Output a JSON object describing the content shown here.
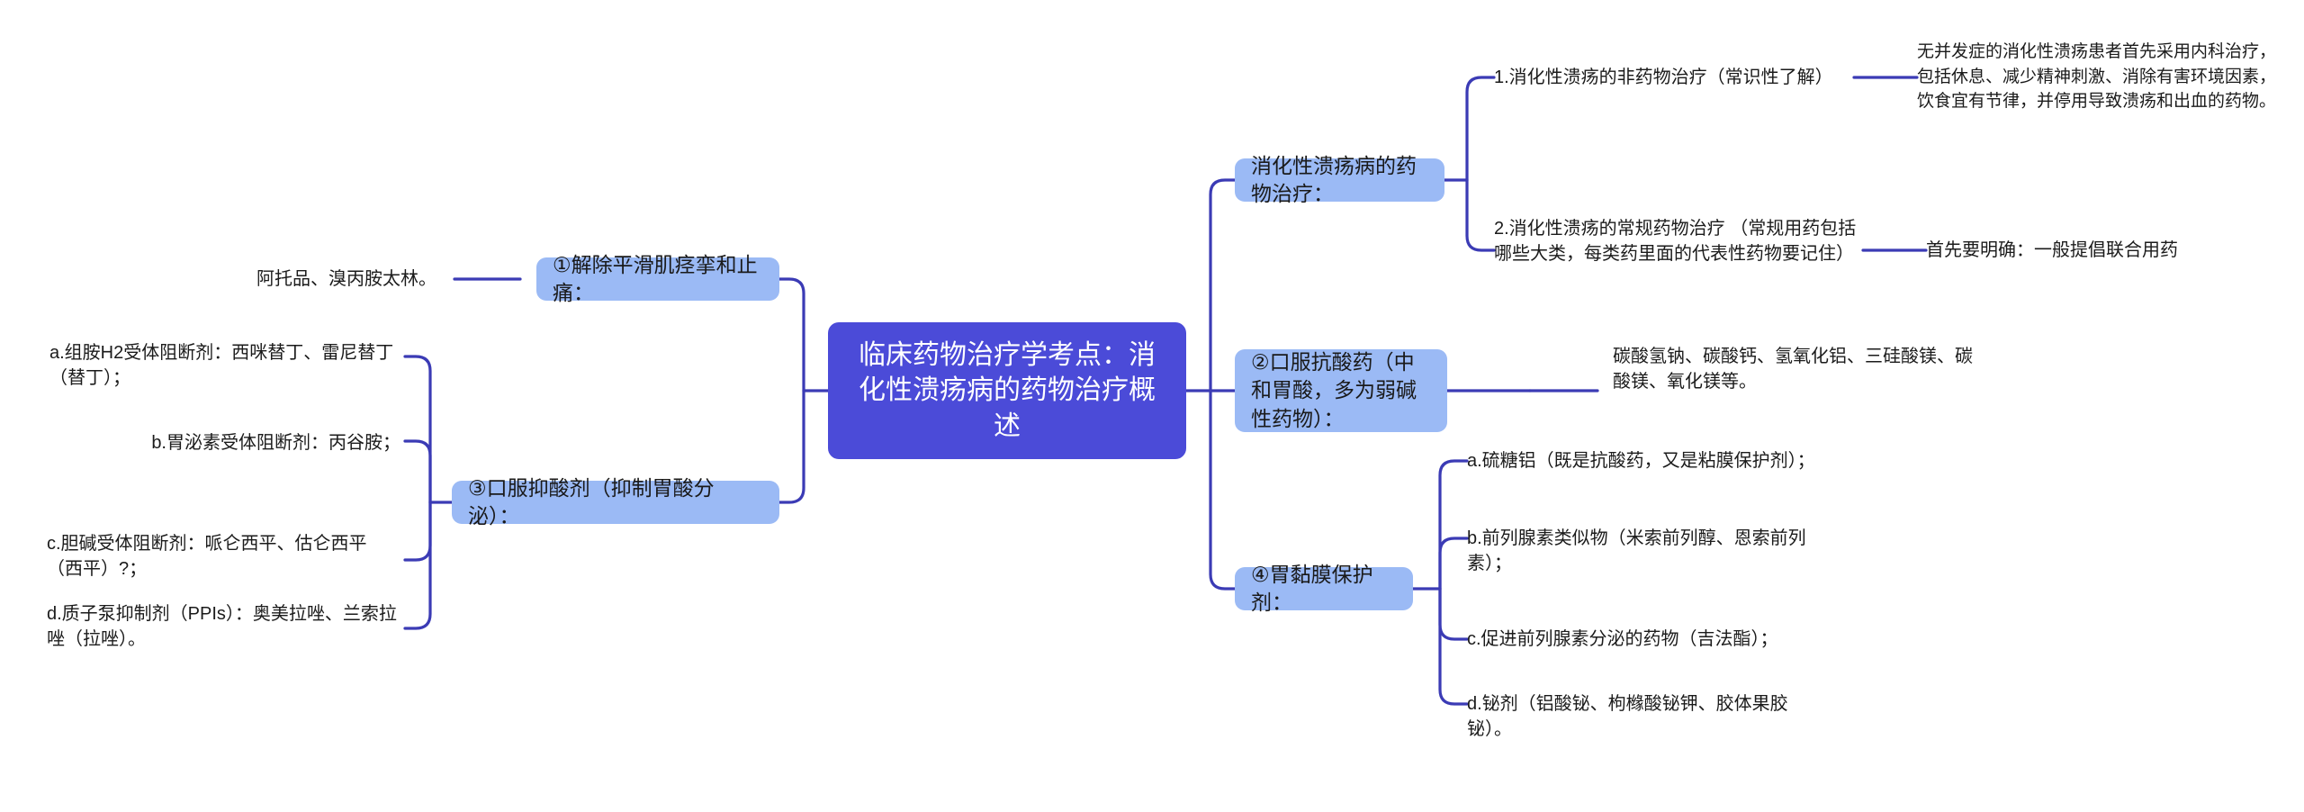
{
  "diagram": {
    "type": "mindmap",
    "title": "临床药物治疗学考点：消化性溃疡病的药物治疗概述",
    "colors": {
      "root_fill": "#4B4BD8",
      "root_text": "#FFFFFF",
      "branch_fill": "#9BBAF5",
      "branch_text": "#1A1A1A",
      "connector": "#3B3BB5",
      "leaf_text": "#1B1B1B",
      "background": "#FFFFFF"
    }
  },
  "root": {
    "label": "临床药物治疗学考点：消化性溃疡病的药物治疗概述"
  },
  "right_branches": [
    {
      "id": "branch-drug-therapy",
      "label": "消化性溃疡病的药物治疗：",
      "children": [
        {
          "id": "non-drug-therapy",
          "label": "1.消化性溃疡的非药物治疗（常识性了解）",
          "children": [
            {
              "id": "non-drug-detail",
              "label": "无并发症的消化性溃疡患者首先采用内科治疗，包括休息、减少精神刺激、消除有害环境因素，饮食宜有节律，并停用导致溃疡和出血的药物。"
            }
          ]
        },
        {
          "id": "routine-drug-therapy",
          "label": "2.消化性溃疡的常规药物治疗 （常规用药包括哪些大类，每类药里面的代表性药物要记住）",
          "children": [
            {
              "id": "routine-detail",
              "label": "首先要明确：一般提倡联合用药"
            }
          ]
        }
      ]
    },
    {
      "id": "branch-antacid",
      "label": "②口服抗酸药（中和胃酸，多为弱碱性药物）：",
      "children": [
        {
          "id": "antacid-list",
          "label": "碳酸氢钠、碳酸钙、氢氧化铝、三硅酸镁、碳酸镁、氧化镁等。"
        }
      ]
    },
    {
      "id": "branch-mucosa",
      "label": "④胃黏膜保护剂：",
      "children": [
        {
          "id": "mucosa-a",
          "label": "a.硫糖铝（既是抗酸药，又是粘膜保护剂）；"
        },
        {
          "id": "mucosa-b",
          "label": "b.前列腺素类似物（米索前列醇、恩索前列素）；"
        },
        {
          "id": "mucosa-c",
          "label": "c.促进前列腺素分泌的药物（吉法酯）；"
        },
        {
          "id": "mucosa-d",
          "label": "d.铋剂（铝酸铋、枸橼酸铋钾、胶体果胶铋）。"
        }
      ]
    }
  ],
  "left_branches": [
    {
      "id": "branch-spasm",
      "label": "①解除平滑肌痉挛和止痛：",
      "children": [
        {
          "id": "spasm-drugs",
          "label": "阿托品、溴丙胺太林。"
        }
      ]
    },
    {
      "id": "branch-acid-suppress",
      "label": "③口服抑酸剂（抑制胃酸分泌）：",
      "children": [
        {
          "id": "acid-a",
          "label": "a.组胺H2受体阻断剂：西咪替丁、雷尼替丁（替丁）；"
        },
        {
          "id": "acid-b",
          "label": "b.胃泌素受体阻断剂：丙谷胺；"
        },
        {
          "id": "acid-c",
          "label": "c.胆碱受体阻断剂：哌仑西平、估仑西平（西平）?；"
        },
        {
          "id": "acid-d",
          "label": "d.质子泵抑制剂（PPIs）：奥美拉唑、兰索拉唑（拉唑）。"
        }
      ]
    }
  ]
}
